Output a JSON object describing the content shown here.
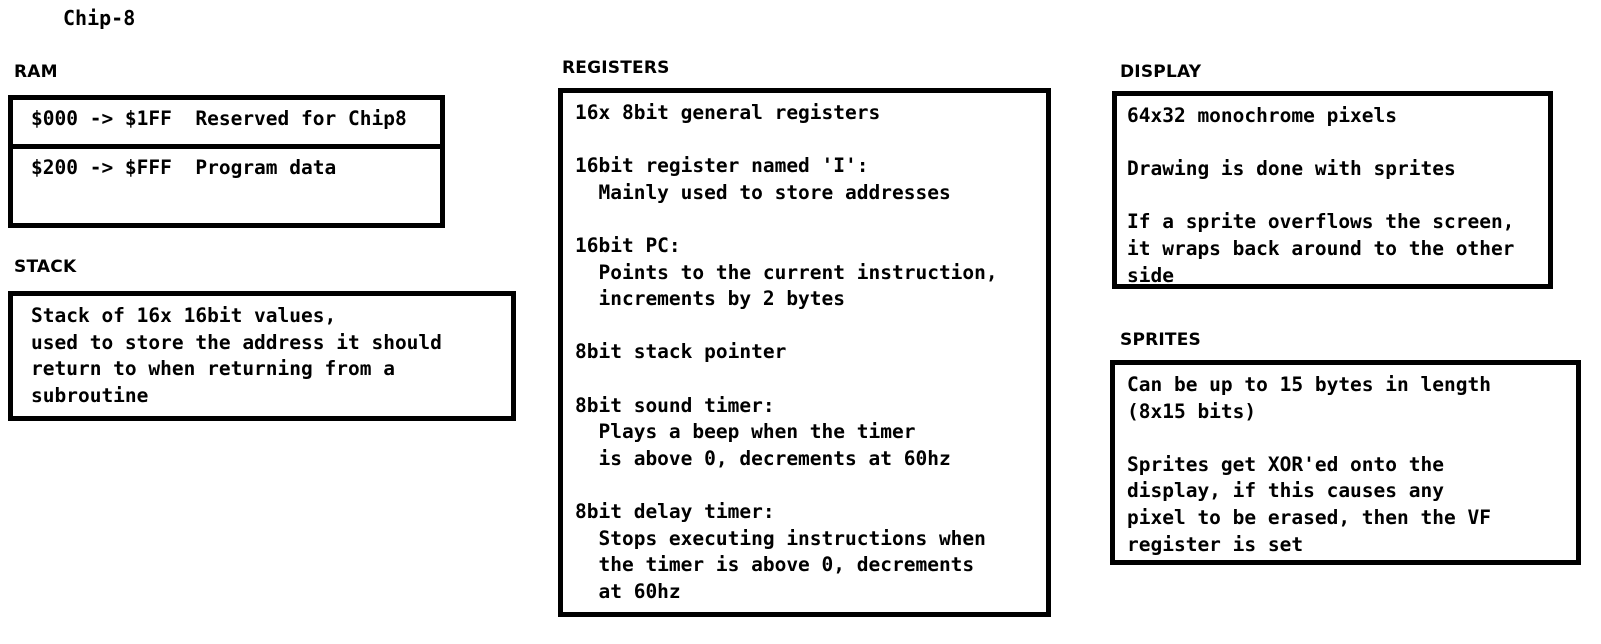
{
  "page": {
    "title": "Chip-8"
  },
  "sections": {
    "ram": {
      "label": "RAM",
      "rows": [
        "$000 -> $1FF  Reserved for Chip8",
        "$200 -> $FFF  Program data"
      ]
    },
    "stack": {
      "label": "STACK",
      "text": "Stack of 16x 16bit values,\nused to store the address it should\nreturn to when returning from a\nsubroutine"
    },
    "registers": {
      "label": "REGISTERS",
      "text": "16x 8bit general registers\n\n16bit register named 'I':\n  Mainly used to store addresses\n\n16bit PC:\n  Points to the current instruction,\n  increments by 2 bytes\n\n8bit stack pointer\n\n8bit sound timer:\n  Plays a beep when the timer\n  is above 0, decrements at 60hz\n\n8bit delay timer:\n  Stops executing instructions when\n  the timer is above 0, decrements\n  at 60hz"
    },
    "display": {
      "label": "DISPLAY",
      "text": "64x32 monochrome pixels\n\nDrawing is done with sprites\n\nIf a sprite overflows the screen,\nit wraps back around to the other\nside"
    },
    "sprites": {
      "label": "SPRITES",
      "text": "Can be up to 15 bytes in length\n(8x15 bits)\n\nSprites get XOR'ed onto the\ndisplay, if this causes any\npixel to be erased, then the VF\nregister is set"
    }
  },
  "colors": {
    "background": "#ffffff",
    "border": "#000000",
    "text": "#000000"
  }
}
